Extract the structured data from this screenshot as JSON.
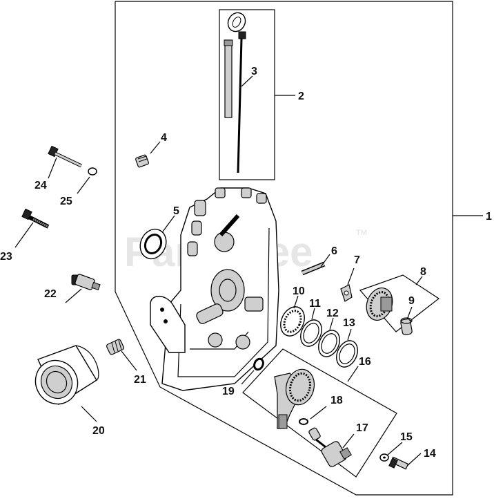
{
  "watermark": {
    "text": "PartsTree",
    "trademark": "TM"
  },
  "callouts": [
    {
      "id": "1",
      "label": "1"
    },
    {
      "id": "2",
      "label": "2"
    },
    {
      "id": "3",
      "label": "3"
    },
    {
      "id": "4",
      "label": "4"
    },
    {
      "id": "5",
      "label": "5"
    },
    {
      "id": "6",
      "label": "6"
    },
    {
      "id": "7",
      "label": "7"
    },
    {
      "id": "8",
      "label": "8"
    },
    {
      "id": "9",
      "label": "9"
    },
    {
      "id": "10",
      "label": "10"
    },
    {
      "id": "11",
      "label": "11"
    },
    {
      "id": "12",
      "label": "12"
    },
    {
      "id": "13",
      "label": "13"
    },
    {
      "id": "14",
      "label": "14"
    },
    {
      "id": "15",
      "label": "15"
    },
    {
      "id": "16",
      "label": "16"
    },
    {
      "id": "17",
      "label": "17"
    },
    {
      "id": "18",
      "label": "18"
    },
    {
      "id": "19",
      "label": "19"
    },
    {
      "id": "20",
      "label": "20"
    },
    {
      "id": "21",
      "label": "21"
    },
    {
      "id": "22",
      "label": "22"
    },
    {
      "id": "23",
      "label": "23"
    },
    {
      "id": "24",
      "label": "24"
    },
    {
      "id": "25",
      "label": "25"
    }
  ]
}
